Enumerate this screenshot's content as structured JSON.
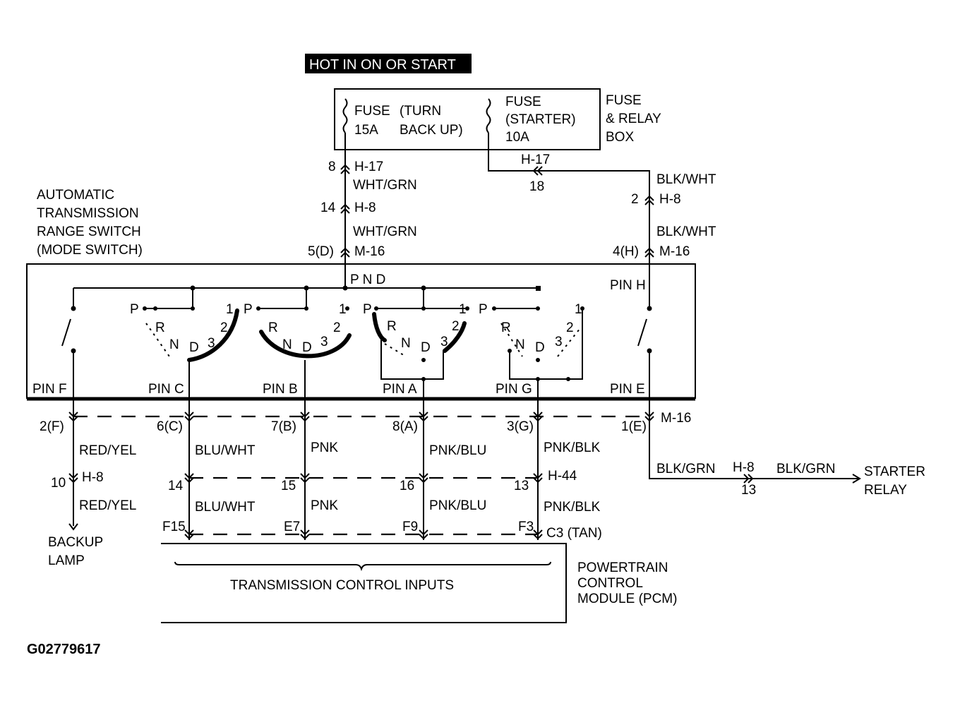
{
  "header": {
    "hot_label": "HOT IN ON OR START"
  },
  "fuse_box": {
    "fuse1": {
      "title": "FUSE",
      "rating": "15A",
      "circuit_l1": "(TURN",
      "circuit_l2": "BACK UP)"
    },
    "fuse2": {
      "title": "FUSE",
      "circuit": "(STARTER)",
      "rating": "10A"
    },
    "box_l1": "FUSE",
    "box_l2": "& RELAY",
    "box_l3": "BOX"
  },
  "switch": {
    "title_l1": "AUTOMATIC",
    "title_l2": "TRANSMISSION",
    "title_l3": "RANGE SWITCH",
    "title_l4": "(MODE SWITCH)",
    "pnd_label": "P N D",
    "pin_h": "PIN H",
    "pins": {
      "f": "PIN F",
      "c": "PIN C",
      "b": "PIN B",
      "a": "PIN A",
      "g": "PIN G",
      "e": "PIN E"
    },
    "positions": {
      "p": "P",
      "r": "R",
      "n": "N",
      "d": "D",
      "one": "1",
      "two": "2",
      "three": "3"
    }
  },
  "connectors": {
    "c8": "8",
    "h17": "H-17",
    "wire1": "WHT/GRN",
    "c14": "14",
    "h8": "H-8",
    "wire2": "WHT/GRN",
    "c5d": "5(D)",
    "m16": "M-16",
    "h17b": "H-17",
    "c18": "18",
    "blkwht1": "BLK/WHT",
    "c2": "2",
    "h8b": "H-8",
    "blkwht2": "BLK/WHT",
    "c4h": "4(H)",
    "m16b": "M-16"
  },
  "lower": {
    "c2f": "2(F)",
    "c6c": "6(C)",
    "c7b": "7(B)",
    "c8a": "8(A)",
    "c3g": "3(G)",
    "c1e": "1(E)",
    "m16c": "M-16",
    "w_redyel": "RED/YEL",
    "w_bluwht": "BLU/WHT",
    "w_pnk": "PNK",
    "w_pnkblu": "PNK/BLU",
    "w_pnkblk": "PNK/BLK",
    "c10": "10",
    "h8c": "H-8",
    "c14b": "14",
    "c15": "15",
    "c16": "16",
    "c13": "13",
    "h44": "H-44",
    "w_redyel2": "RED/YEL",
    "w_bluwht2": "BLU/WHT",
    "w_pnk2": "PNK",
    "w_pnkblu2": "PNK/BLU",
    "w_pnkblk2": "PNK/BLK",
    "f15": "F15",
    "e7": "E7",
    "f9": "F9",
    "f3": "F3",
    "c3tan": "C3 (TAN)",
    "backup_l1": "BACKUP",
    "backup_l2": "LAMP",
    "blkgrn1": "BLK/GRN",
    "h8d": "H-8",
    "c13b": "13",
    "blkgrn2": "BLK/GRN",
    "starter_l1": "STARTER",
    "starter_l2": "RELAY"
  },
  "pcm": {
    "inputs": "TRANSMISSION CONTROL INPUTS",
    "l1": "POWERTRAIN",
    "l2": "CONTROL",
    "l3": "MODULE (PCM)"
  },
  "figure_code": "G02779617"
}
